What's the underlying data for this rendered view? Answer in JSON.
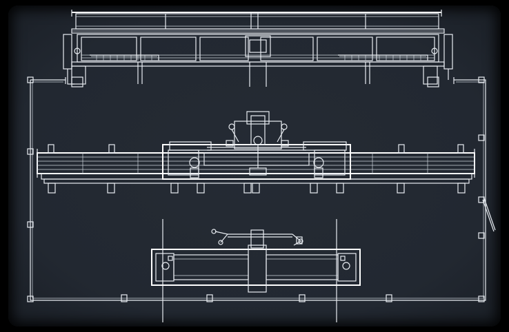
{
  "drawing": {
    "background_color": "#222831",
    "line_color": "#e9edf2",
    "views": [
      {
        "id": "top-elevation",
        "kind": "frame assembly"
      },
      {
        "id": "main-plan",
        "kind": "long rail assembly with center carriage"
      },
      {
        "id": "lower-detail",
        "kind": "carriage section with arms"
      }
    ]
  }
}
